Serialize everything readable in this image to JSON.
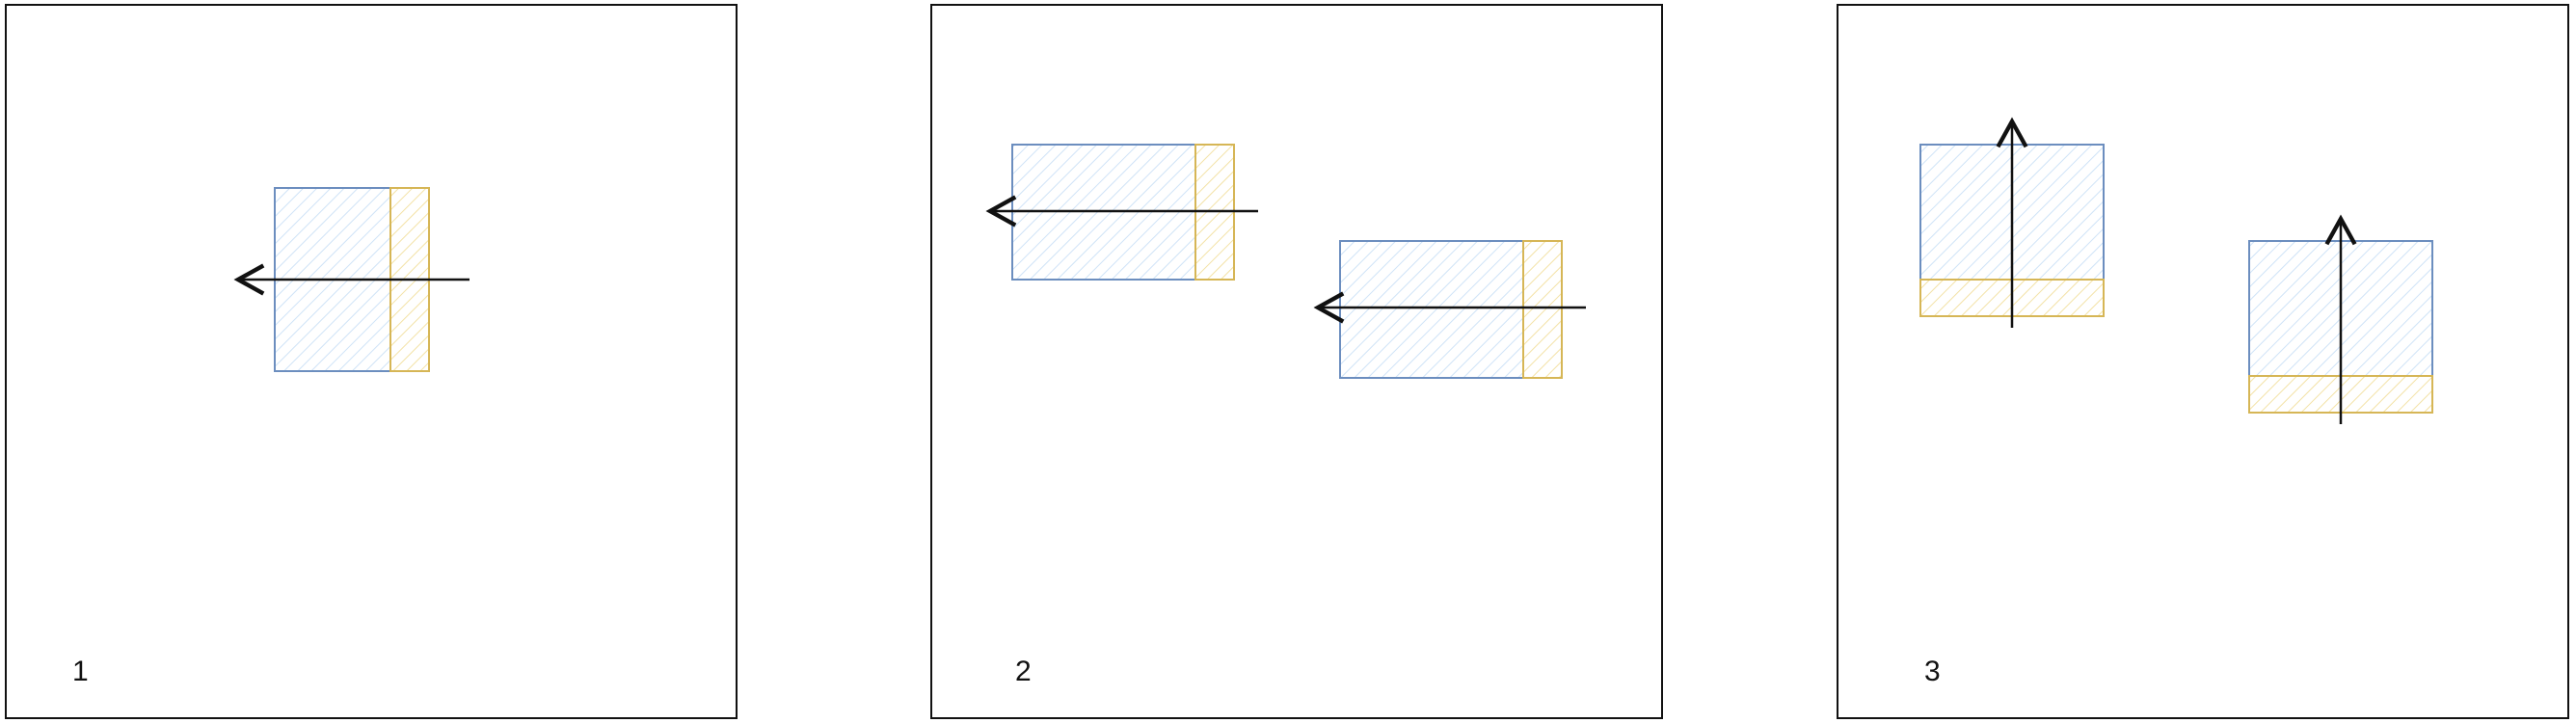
{
  "colors": {
    "blue": "#6c8ebf",
    "blue_hatch": "#cfe3f7",
    "yellow": "#d6b656",
    "yellow_hatch": "#f3e2a6",
    "ink": "#111111"
  },
  "panels": [
    {
      "label": "1",
      "arrow": "left"
    },
    {
      "label": "2",
      "arrow": "left"
    },
    {
      "label": "3",
      "arrow": "up"
    }
  ]
}
